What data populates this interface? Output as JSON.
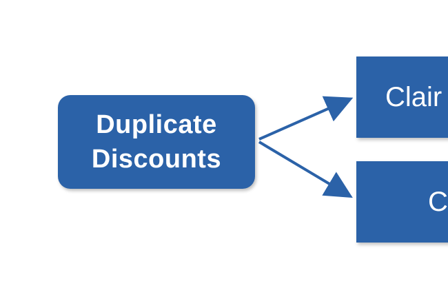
{
  "diagram": {
    "source": {
      "line1": "Duplicate",
      "line2": "Discounts"
    },
    "targets": [
      {
        "label": "Clair"
      },
      {
        "label": "C"
      }
    ],
    "colors": {
      "box_fill": "#2b62a8",
      "arrow": "#2b62a8",
      "text": "#ffffff"
    }
  }
}
